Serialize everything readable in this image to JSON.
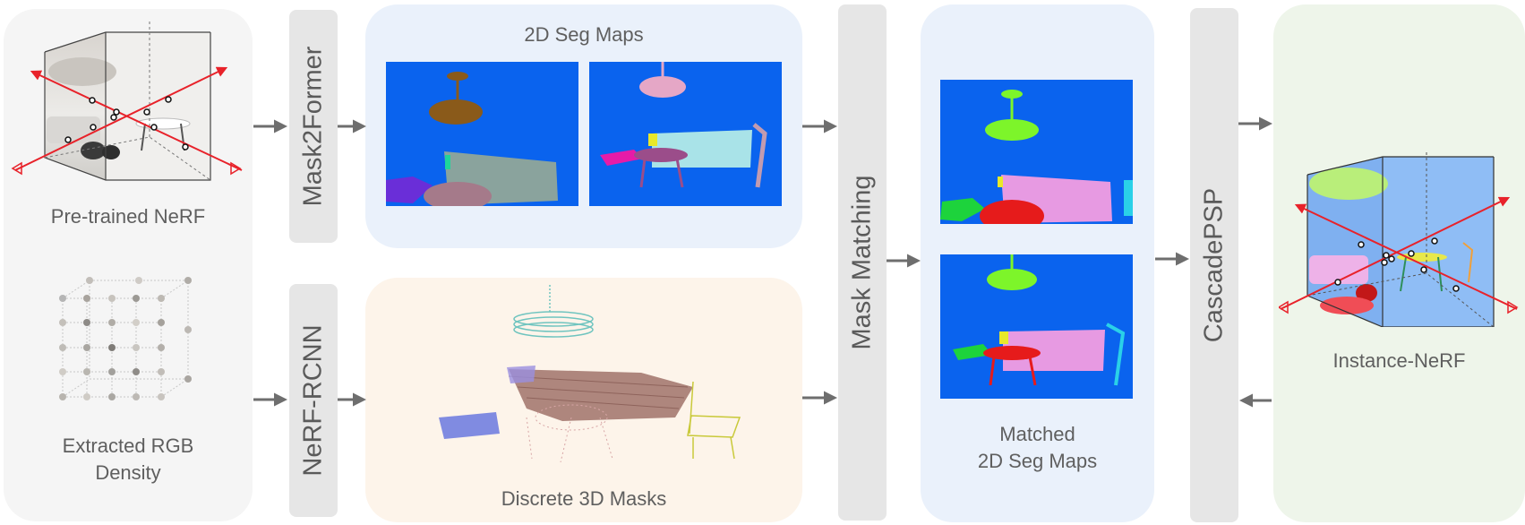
{
  "inputs": {
    "nerf_label": "Pre-trained NeRF",
    "density_label_line1": "Extracted RGB",
    "density_label_line2": "Density"
  },
  "stages": {
    "mask2former": "Mask2Former",
    "nerf_rcnn": "NeRF-RCNN",
    "mask_matching": "Mask Matching",
    "cascade_psp": "CascadePSP"
  },
  "seg_maps": {
    "title": "2D Seg Maps"
  },
  "masks_3d": {
    "title": "Discrete 3D Masks"
  },
  "matched": {
    "line1": "Matched",
    "line2": "2D Seg Maps"
  },
  "output": {
    "label": "Instance-NeRF"
  },
  "colors": {
    "left_panel": "#f5f5f5",
    "blue_panel": "#eaf1fb",
    "orange_panel": "#fdf4ea",
    "green_panel": "#eef5ea",
    "bar": "#e6e6e6",
    "arrow": "#6e6e6e",
    "seg_background": "#0a63ee",
    "ray": "#e8222a"
  }
}
